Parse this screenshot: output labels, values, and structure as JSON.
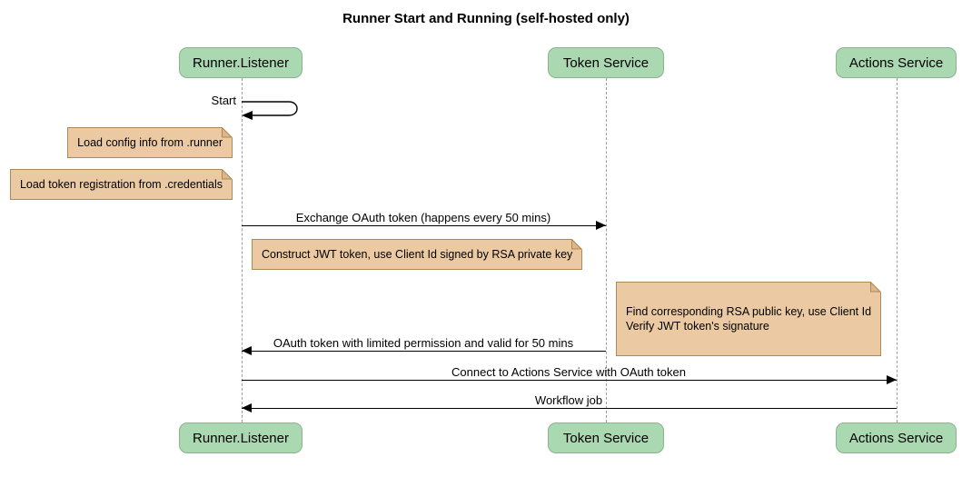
{
  "title": "Runner Start and Running (self-hosted only)",
  "participants": [
    {
      "name": "Runner.Listener"
    },
    {
      "name": "Token Service"
    },
    {
      "name": "Actions Service"
    }
  ],
  "self_message": {
    "label": "Start",
    "actor": "Runner.Listener"
  },
  "notes": [
    {
      "text": "Load config info from .runner"
    },
    {
      "text": "Load token registration from .credentials"
    },
    {
      "text": "Construct JWT token, use Client Id signed by RSA private key"
    },
    {
      "text": "Find corresponding RSA public key, use Client Id\nVerify JWT token's signature"
    }
  ],
  "arrows": [
    {
      "from": "Runner.Listener",
      "to": "Token Service",
      "label": "Exchange OAuth token (happens every 50 mins)"
    },
    {
      "from": "Token Service",
      "to": "Runner.Listener",
      "label": "OAuth token with limited permission and valid for 50 mins"
    },
    {
      "from": "Runner.Listener",
      "to": "Actions Service",
      "label": "Connect to Actions Service with OAuth token"
    },
    {
      "from": "Actions Service",
      "to": "Runner.Listener",
      "label": "Workflow job"
    }
  ],
  "colors": {
    "background": "#ffffff",
    "actor_fill": "#aad8b0",
    "actor_border": "#8cb38f",
    "note_fill": "#ebcaa3",
    "note_border": "#ad8955",
    "lifeline": "#9d9d9d",
    "arrow": "#000000"
  }
}
